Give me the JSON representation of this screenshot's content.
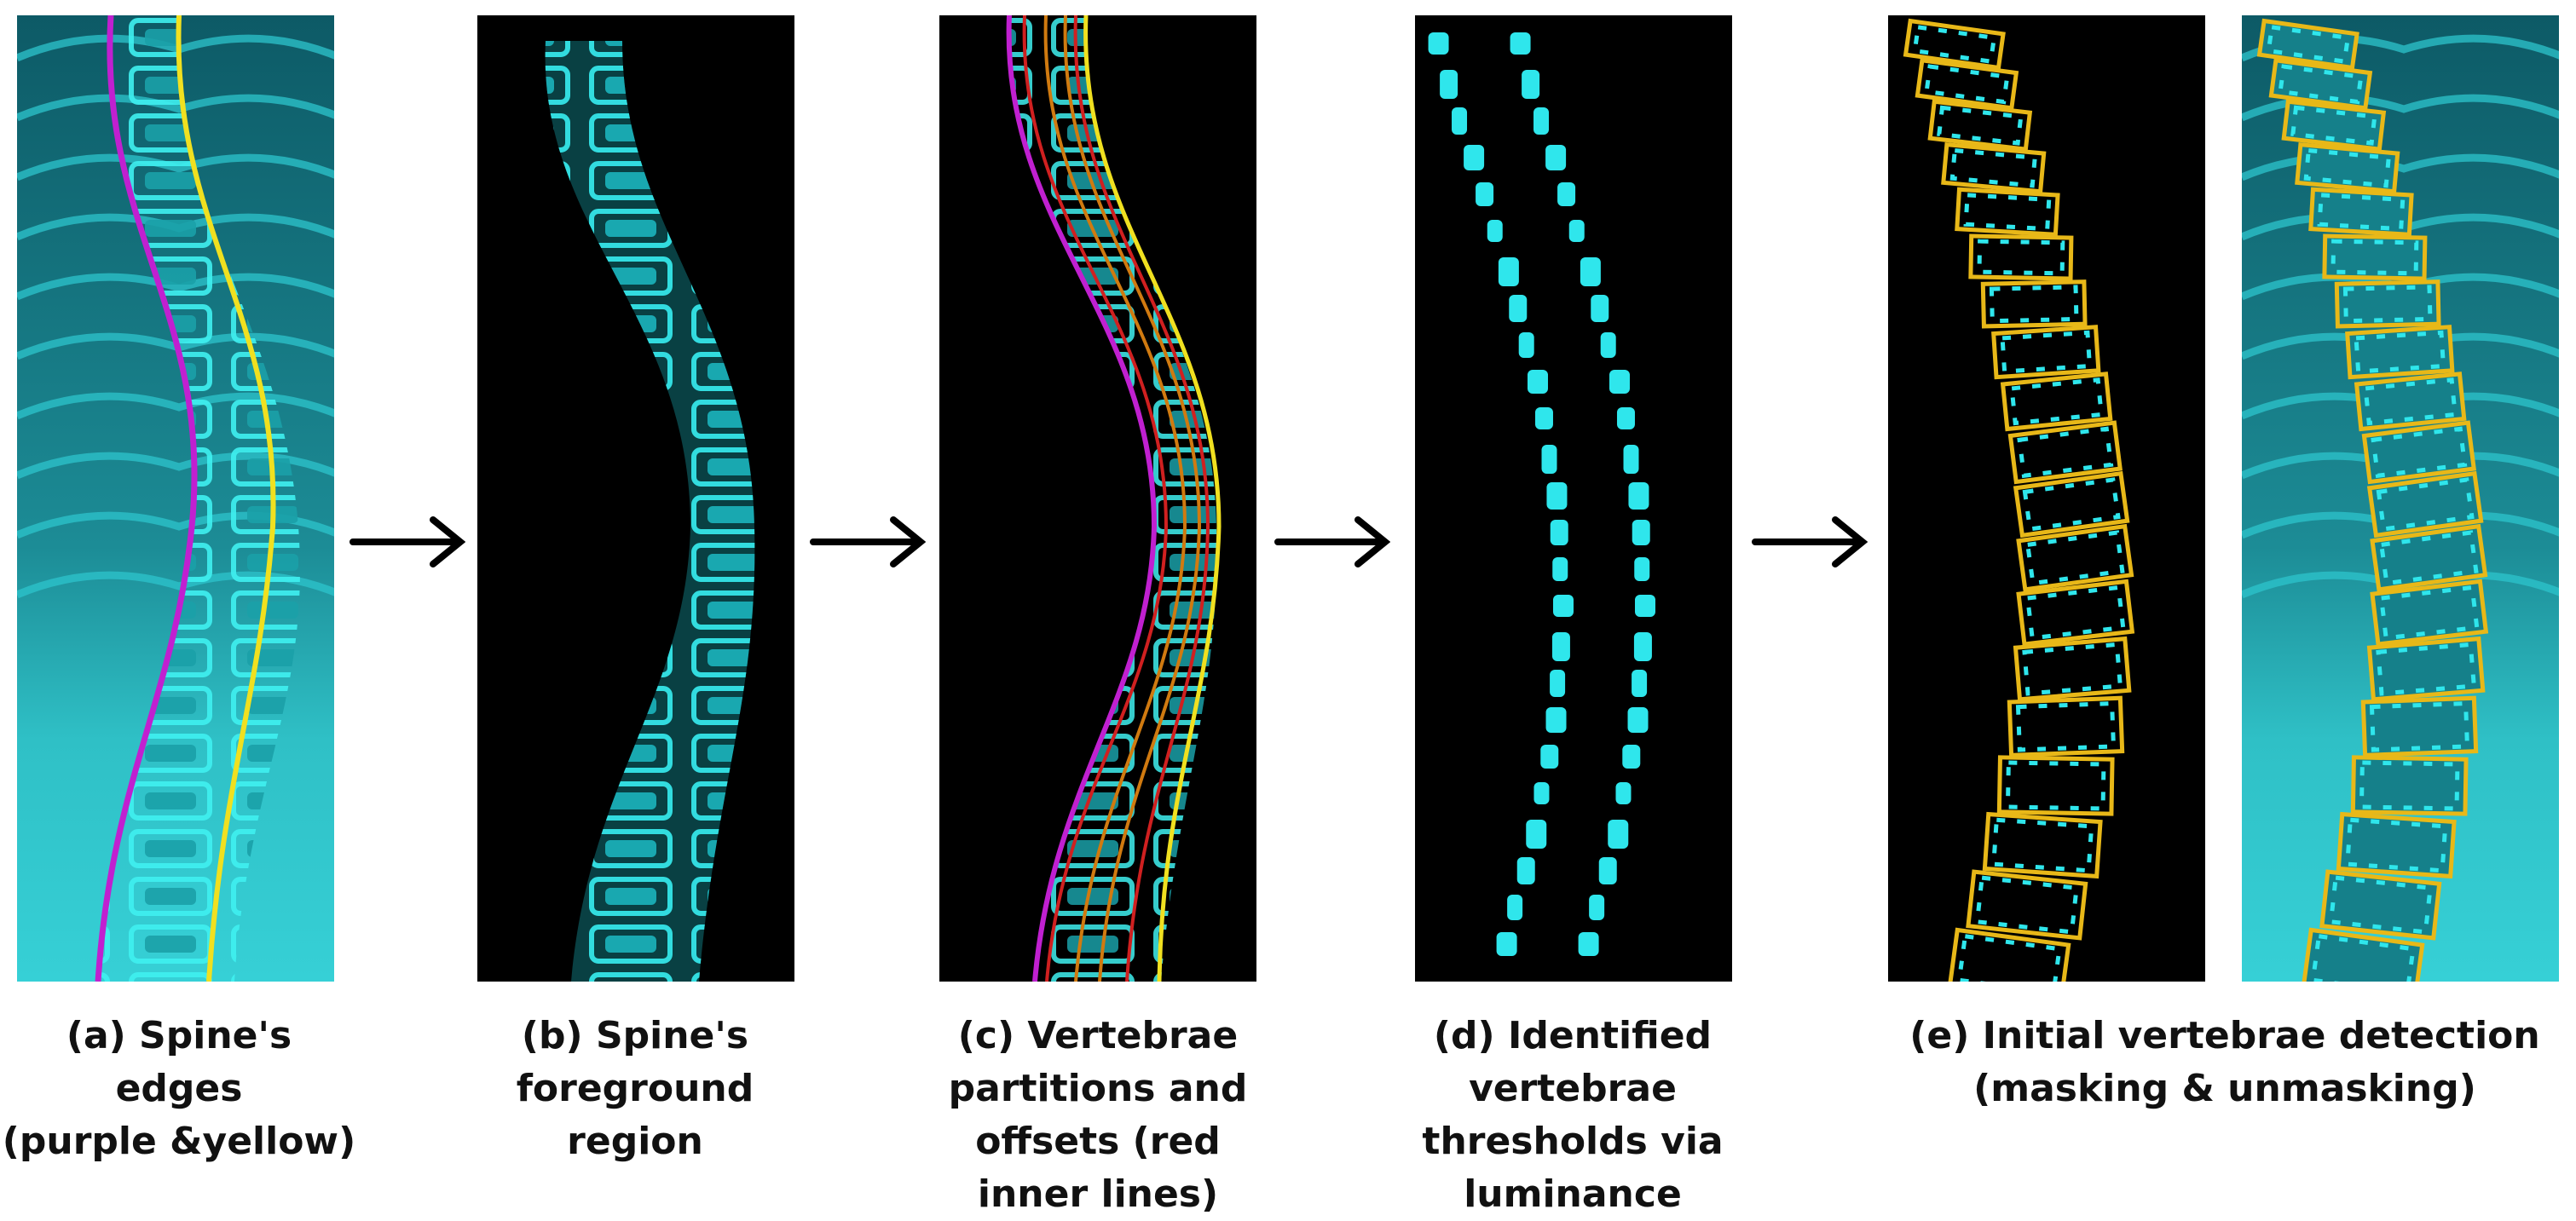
{
  "colors": {
    "xray_cyan": "#33e0e6",
    "xray_dark": "#0b4a55",
    "edge_purple": "#c020d0",
    "edge_yellow": "#f0e020",
    "partition_red": "#d02020",
    "offset_orange": "#d07a10",
    "box_gold": "#e8b818",
    "background_black": "#000000"
  },
  "arrow_icon": "right-arrow-icon",
  "panels": {
    "a": {
      "caption_line1": "(a) Spine's edges",
      "caption_line2": "(purple &yellow)"
    },
    "b": {
      "caption_line1": "(b) Spine's",
      "caption_line2": "foreground",
      "caption_line3": "region"
    },
    "c": {
      "caption_line1": "(c) Vertebrae",
      "caption_line2": "partitions and",
      "caption_line3": "offsets (red",
      "caption_line4": "inner lines)"
    },
    "d": {
      "caption_line1": "(d) Identified",
      "caption_line2": "vertebrae",
      "caption_line3": "thresholds via",
      "caption_line4": "luminance"
    },
    "e": {
      "caption_line1": "(e) Initial vertebrae detection",
      "caption_line2": "(masking & unmasking)"
    }
  }
}
